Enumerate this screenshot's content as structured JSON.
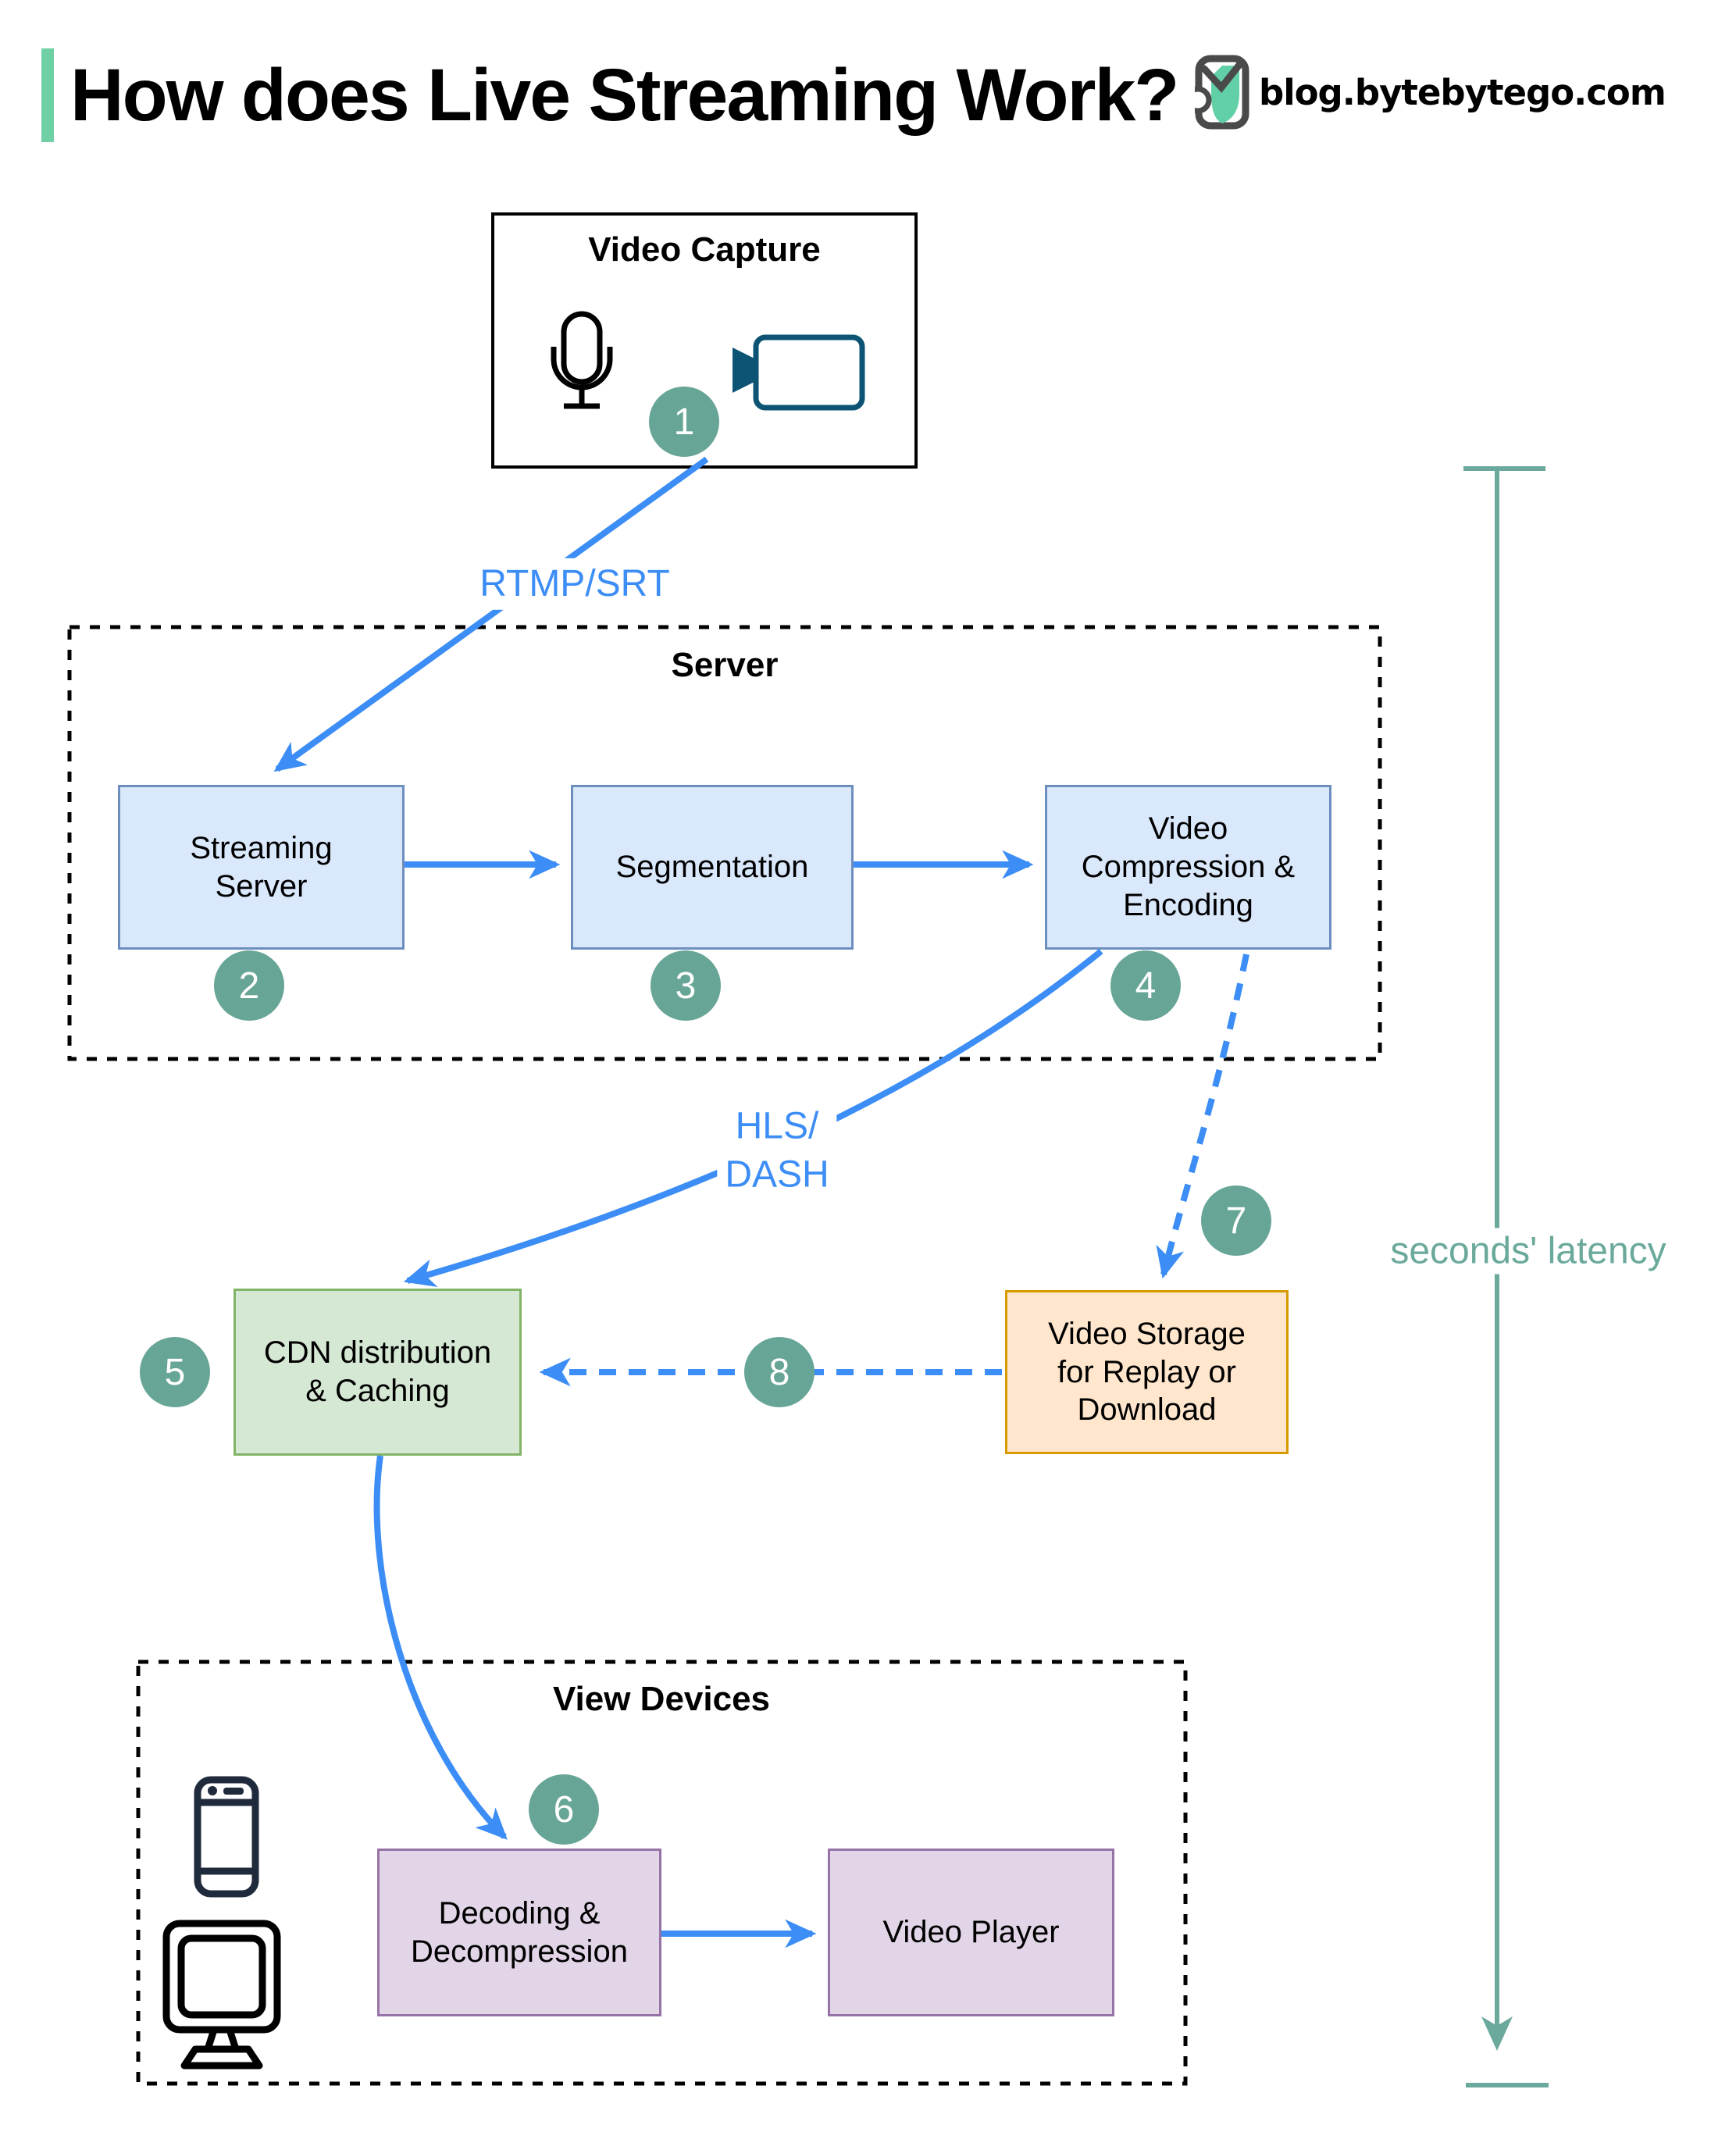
{
  "header": {
    "title": "How does Live Streaming Work?",
    "site": "blog.bytebytego.com"
  },
  "groups": {
    "video_capture": {
      "title": "Video Capture"
    },
    "server": {
      "title": "Server"
    },
    "view_devices": {
      "title": "View Devices"
    }
  },
  "nodes": {
    "streaming_server": {
      "label": "Streaming\nServer"
    },
    "segmentation": {
      "label": "Segmentation"
    },
    "video_compression": {
      "label": "Video\nCompression &\nEncoding"
    },
    "cdn": {
      "label": "CDN distribution\n& Caching"
    },
    "video_storage": {
      "label": "Video Storage\nfor Replay or\nDownload"
    },
    "decoding": {
      "label": "Decoding &\nDecompression"
    },
    "video_player": {
      "label": "Video Player"
    }
  },
  "edges": {
    "rtmp_label": "RTMP/SRT",
    "hls_label": "HLS/\nDASH",
    "latency_label": "seconds' latency"
  },
  "steps": [
    "1",
    "2",
    "3",
    "4",
    "5",
    "6",
    "7",
    "8"
  ],
  "icons": [
    "microphone-icon",
    "video-camera-icon",
    "smartphone-icon",
    "monitor-icon",
    "bytebytego-logo"
  ],
  "colors": {
    "accent": "#6ed0a4",
    "blue": "#3c8df5",
    "teal_circle": "#67a596",
    "teal_line": "#6aa99b",
    "box_blue_fill": "#dae8fc",
    "box_blue_border": "#6c8ebf",
    "box_green_fill": "#d5e8d4",
    "box_green_border": "#82b366",
    "box_orange_fill": "#ffe6cc",
    "box_orange_border": "#d79b00",
    "box_purple_fill": "#e1d5e7",
    "box_purple_border": "#9673a6",
    "icon_camera": "#0d5474",
    "icon_phone": "#1f2a3d",
    "logo_gray": "#4a4a4a"
  }
}
